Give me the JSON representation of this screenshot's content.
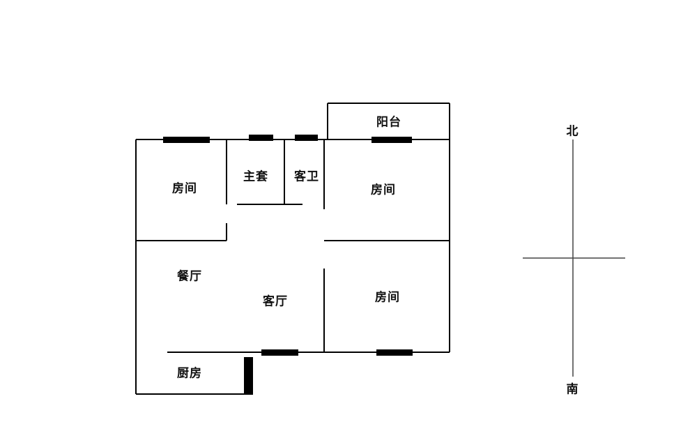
{
  "floorplan": {
    "rooms": [
      {
        "name": "balcony",
        "label": "阳台"
      },
      {
        "name": "bedroom-top-left",
        "label": "房间"
      },
      {
        "name": "master-suite",
        "label": "主套"
      },
      {
        "name": "guest-bathroom",
        "label": "客卫"
      },
      {
        "name": "bedroom-top-right",
        "label": "房间"
      },
      {
        "name": "dining-room",
        "label": "餐厅"
      },
      {
        "name": "living-room",
        "label": "客厅"
      },
      {
        "name": "bedroom-middle-right",
        "label": "房间"
      },
      {
        "name": "kitchen",
        "label": "厨房"
      }
    ]
  },
  "compass": {
    "north": "北",
    "south": "南"
  },
  "colors": {
    "wall": "#000000",
    "window": "#000000",
    "compass_line": "#444444",
    "background": "#ffffff"
  }
}
